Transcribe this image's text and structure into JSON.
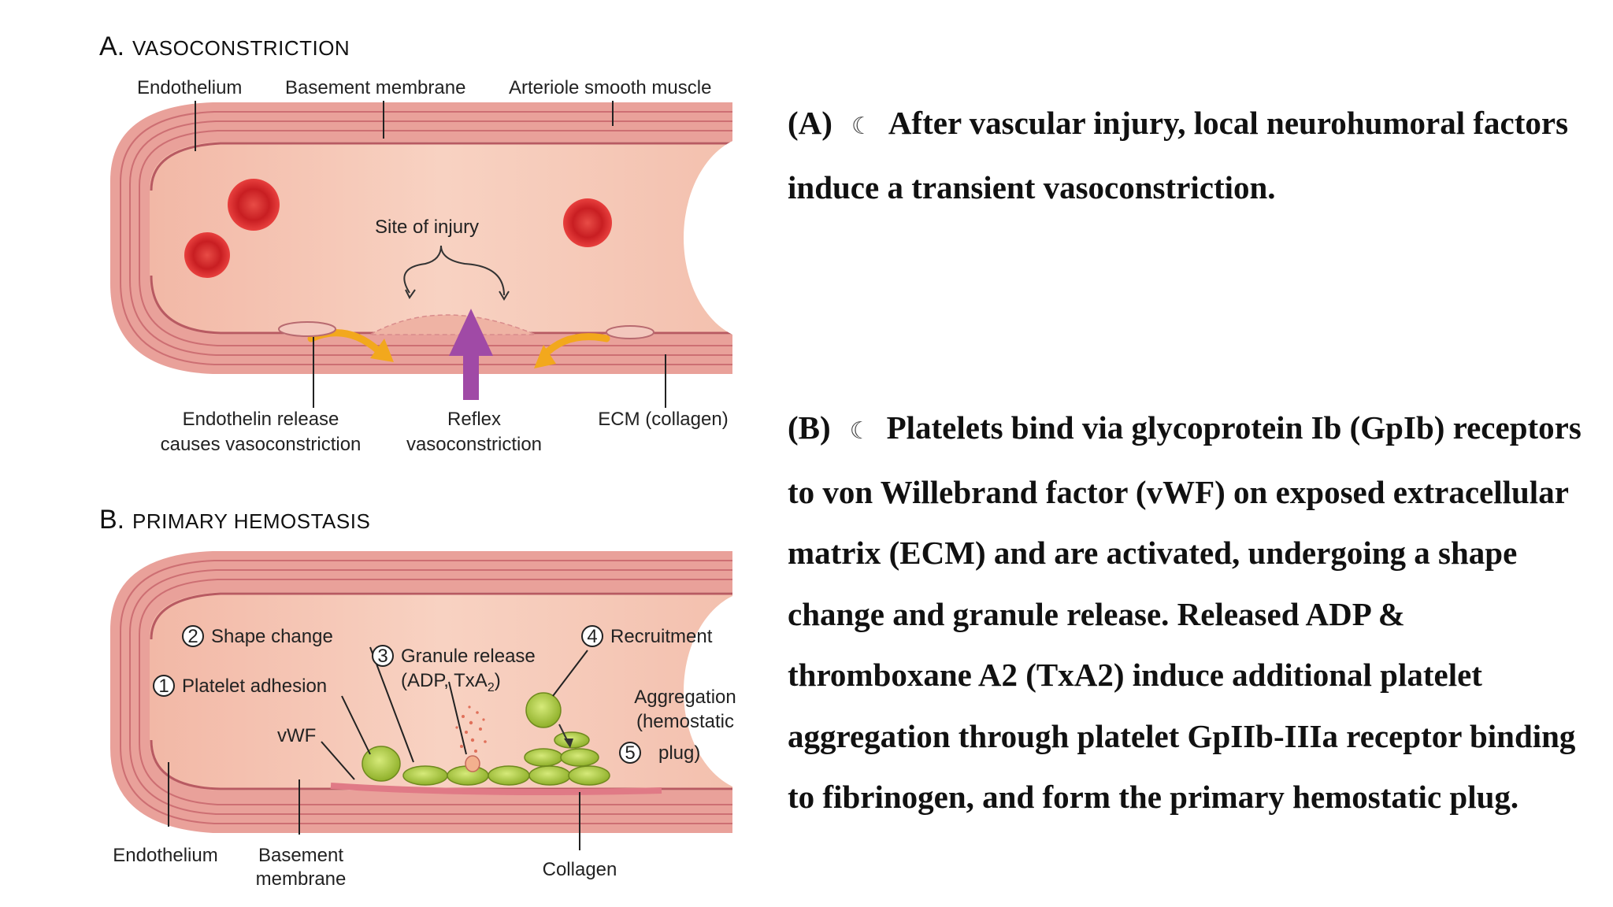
{
  "panel_a": {
    "title_letter": "A.",
    "title": "VASOCONSTRICTION",
    "labels": {
      "endothelium": "Endothelium",
      "basement_membrane": "Basement membrane",
      "smooth_muscle": "Arteriole smooth muscle",
      "site_of_injury": "Site of injury",
      "endothelin_line1": "Endothelin release",
      "endothelin_line2": "causes vasoconstriction",
      "reflex_line1": "Reflex",
      "reflex_line2": "vasoconstriction",
      "ecm": "ECM (collagen)"
    }
  },
  "panel_b": {
    "title_letter": "B.",
    "title": "PRIMARY HEMOSTASIS",
    "labels": {
      "step2_num": "2",
      "step2": "Shape change",
      "step1_num": "1",
      "step1": "Platelet adhesion",
      "step3_num": "3",
      "step3": "Granule release",
      "step3_sub": "(ADP, TxA",
      "step3_sub_idx": "2",
      "step3_sub_end": ")",
      "step4_num": "4",
      "step4": "Recruitment",
      "aggregation": "Aggregation",
      "hemostatic": "(hemostatic",
      "step5_num": "5",
      "plug": "plug)",
      "vwf": "vWF",
      "endothelium": "Endothelium",
      "basement_line1": "Basement",
      "basement_line2": "membrane",
      "collagen": "Collagen"
    }
  },
  "text": {
    "a_tag": "(A)",
    "a_body": "After vascular injury, local neurohumoral factors induce a transient vasoconstriction.",
    "b_tag": "(B)",
    "b_body": "Platelets bind via glycoprotein Ib (GpIb) receptors to von Willebrand factor (vWF) on exposed extracellular matrix (ECM) and are activated, undergoing a shape change and granule release. Released ADP & thromboxane A2 (TxA2) induce additional platelet aggregation through platelet GpIIb-IIIa receptor binding to fibrinogen, and form the primary hemostatic plug.",
    "moon_symbol": "☾"
  },
  "colors": {
    "wall": "#e9a19a",
    "wall_dark": "#c9686a",
    "lumen": "#f7cbb9",
    "rbc": "#d9262a",
    "platelet": "#a9c63e",
    "arrow_yellow": "#f2a81d",
    "arrow_purple": "#a04aa6"
  }
}
